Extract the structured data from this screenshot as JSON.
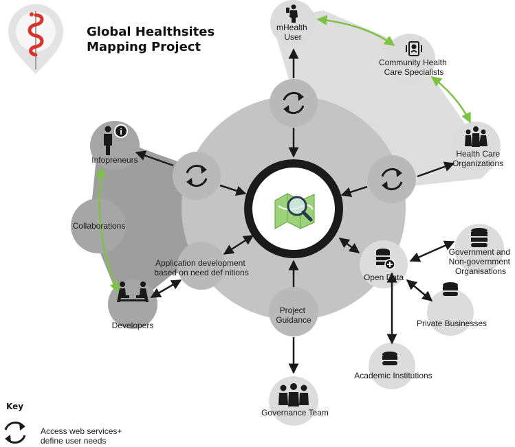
{
  "title": {
    "line1": "Global Healthsites",
    "line2": "Mapping Project"
  },
  "nodes": {
    "mhealth_user": {
      "lines": [
        "mHealth",
        "User"
      ]
    },
    "community_health": {
      "lines": [
        "Community Health",
        "Care Specialists"
      ]
    },
    "health_care_orgs": {
      "lines": [
        "Health Care",
        "Organizations"
      ]
    },
    "infopreneurs": {
      "lines": [
        "Infopreneurs"
      ]
    },
    "collaborations": {
      "lines": [
        "Collaborations"
      ]
    },
    "developers": {
      "lines": [
        "Developers"
      ]
    },
    "app_development": {
      "lines": [
        "Application development",
        "based on need def nitions"
      ]
    },
    "open_data": {
      "lines": [
        "Open Data"
      ]
    },
    "gov_orgs": {
      "lines": [
        "Government and",
        "Non-government",
        "Organisations"
      ]
    },
    "private_business": {
      "lines": [
        "Private Businesses"
      ]
    },
    "academic": {
      "lines": [
        "Academic Institutions"
      ]
    },
    "project_guidance": {
      "lines": [
        "Project",
        "Guidance"
      ]
    },
    "governance_team": {
      "lines": [
        "Governance Team"
      ]
    }
  },
  "key": {
    "title": "Key",
    "lines": [
      "Access web services+",
      "define user needs"
    ]
  },
  "colors": {
    "big_circle": "#c4c4c4",
    "dark_region": "#9e9e9e",
    "light_region": "#dedede",
    "node_light": "#dcdcdc",
    "node_dark": "#a6a6a6",
    "green_link": "#7dc242",
    "arrow": "#1a1a1a",
    "logo_red": "#d9342b"
  },
  "icons": [
    "caduceus-icon",
    "refresh-cycle-icon",
    "map-magnifier-icon",
    "person-phone-icon",
    "mobile-person-icon",
    "group-family-icon",
    "person-info-icon",
    "developers-desk-icon",
    "database-plus-icon",
    "database-icon",
    "group-people-icon"
  ]
}
